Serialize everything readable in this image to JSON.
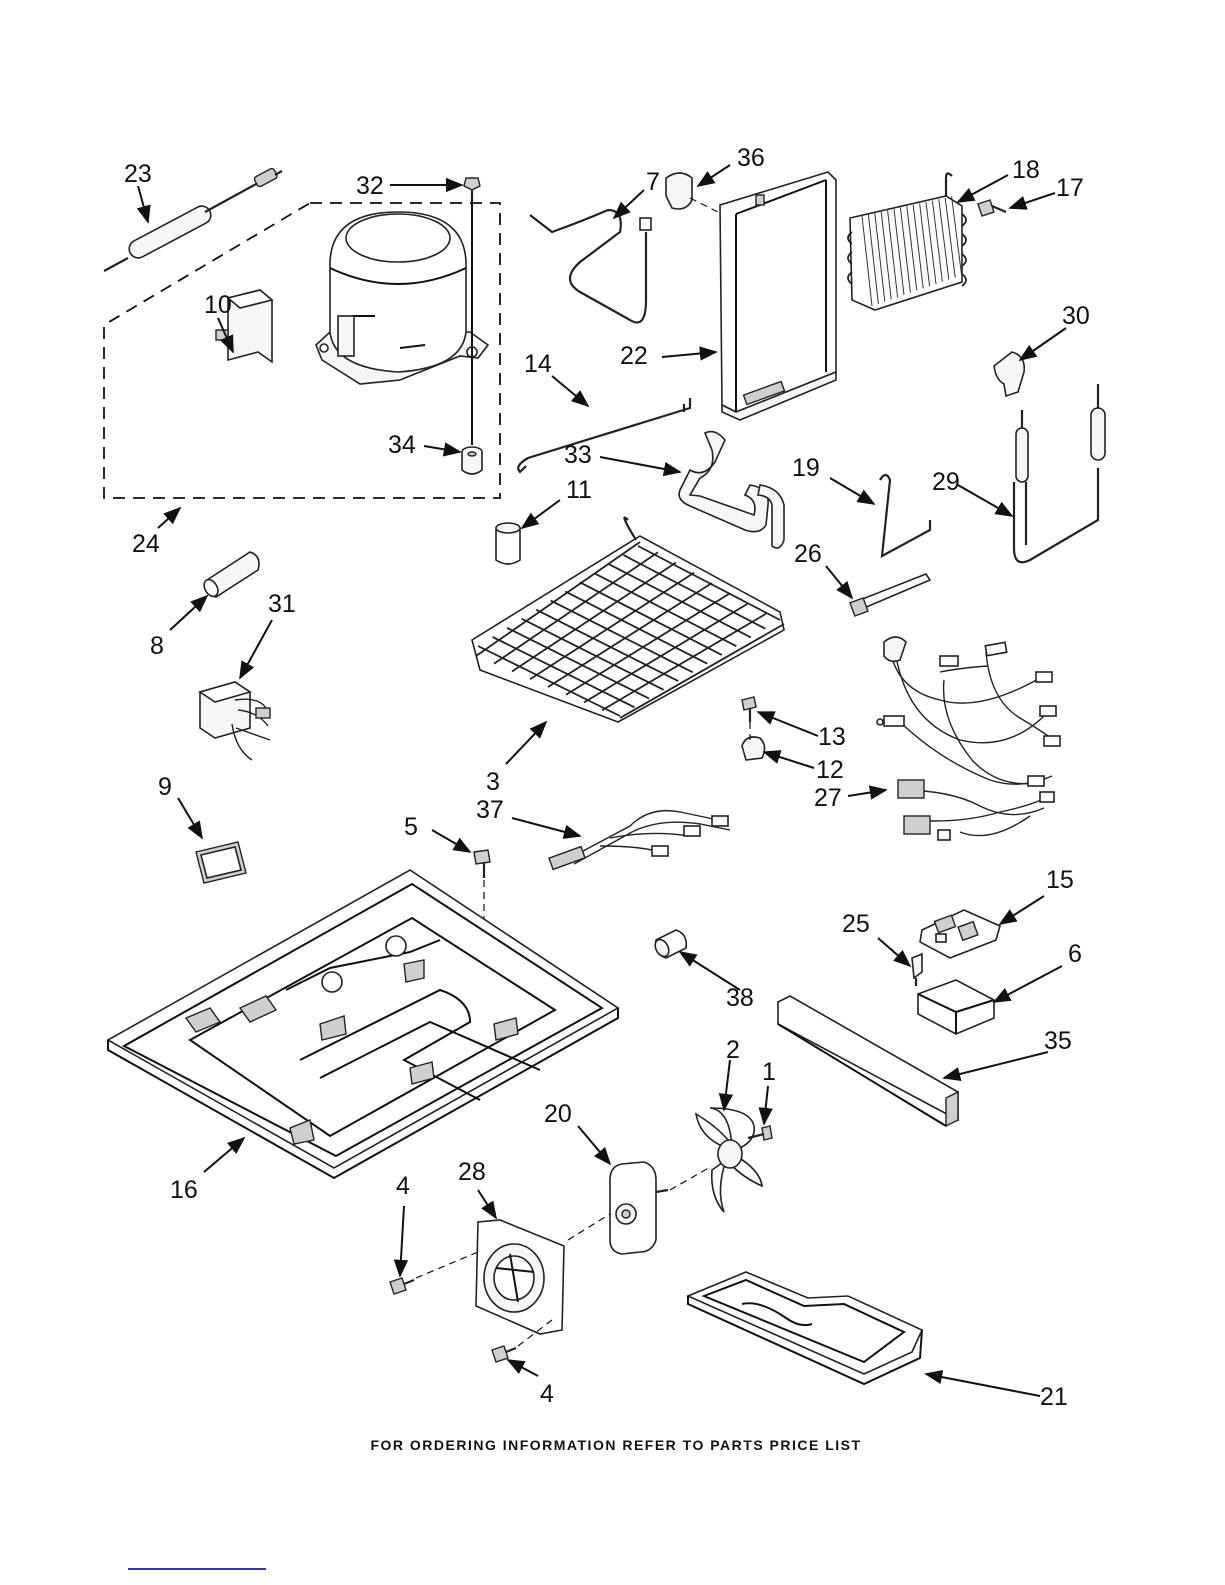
{
  "footer": {
    "text": "FOR ORDERING INFORMATION REFER TO PARTS PRICE LIST"
  },
  "callouts": {
    "p1": "1",
    "p2": "2",
    "p3": "3",
    "p4a": "4",
    "p4b": "4",
    "p5": "5",
    "p6": "6",
    "p7": "7",
    "p8": "8",
    "p9": "9",
    "p10": "10",
    "p11": "11",
    "p12": "12",
    "p13": "13",
    "p14": "14",
    "p15": "15",
    "p16": "16",
    "p17": "17",
    "p18": "18",
    "p19": "19",
    "p20": "20",
    "p21": "21",
    "p22": "22",
    "p23": "23",
    "p24": "24",
    "p25": "25",
    "p26": "26",
    "p27": "27",
    "p28": "28",
    "p29": "29",
    "p30": "30",
    "p31": "31",
    "p32": "32",
    "p33": "33",
    "p34": "34",
    "p35": "35",
    "p36": "36",
    "p37": "37",
    "p38": "38"
  }
}
